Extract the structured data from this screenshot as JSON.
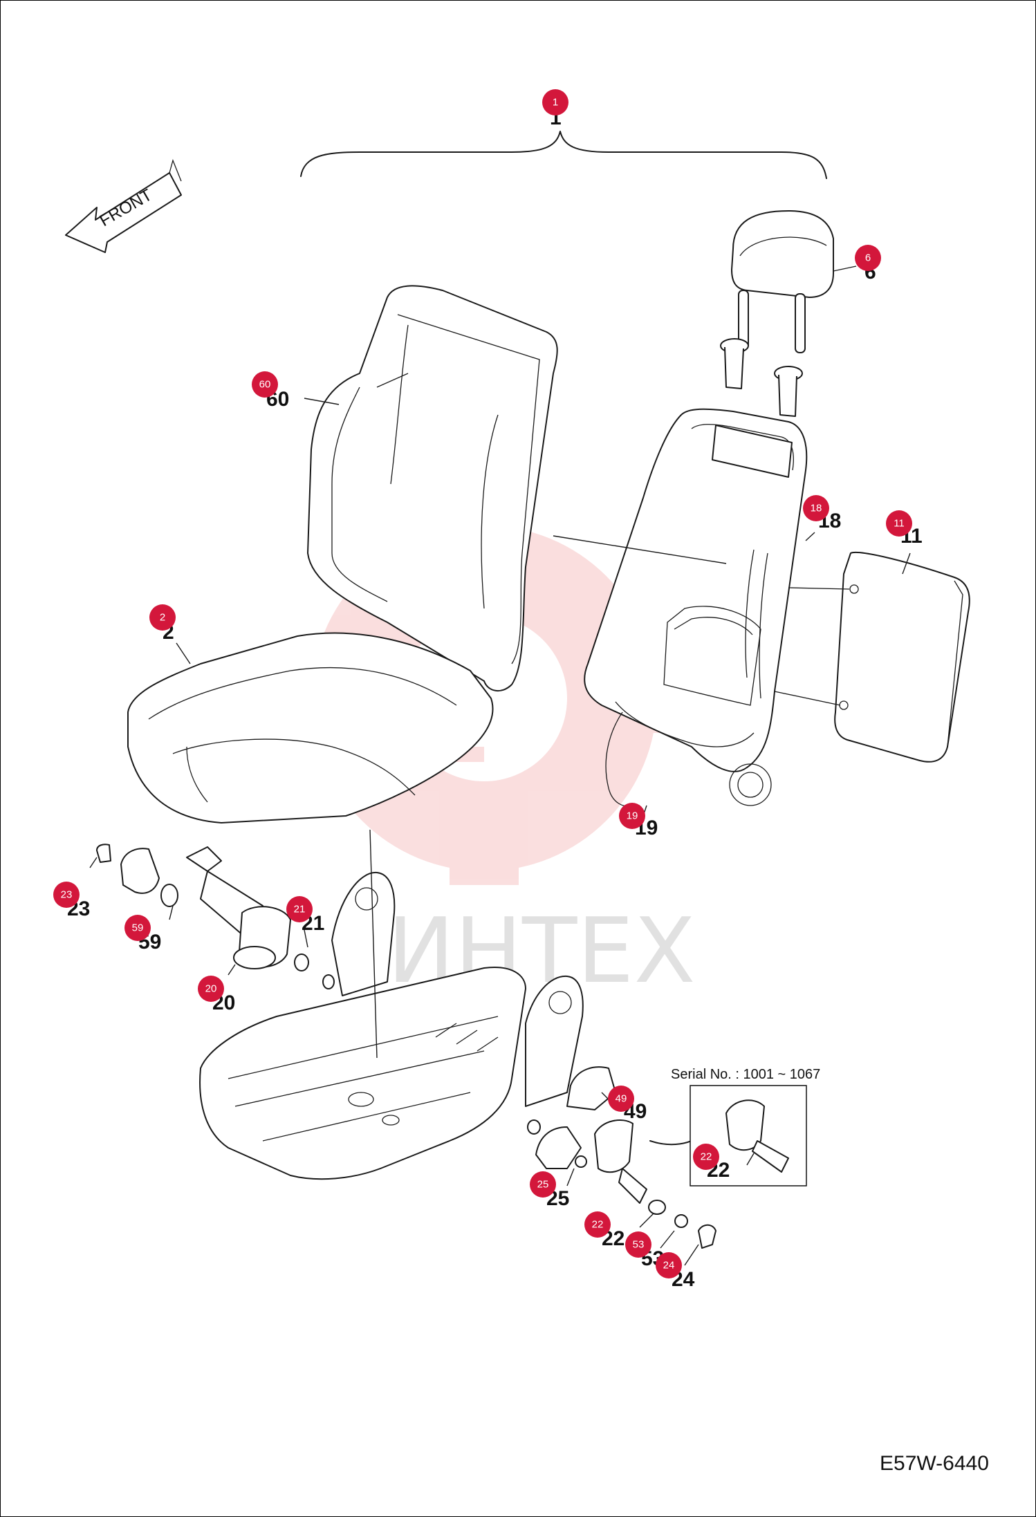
{
  "diagram_code": "E57W-6440",
  "front_label": "FRONT",
  "serial_note": "Serial No. : 1001 ~ 1067",
  "watermark_text": "ИНТЕХ",
  "badge_color": "#d3173b",
  "watermark_color": "#f3b2b2",
  "callouts": [
    {
      "id": "1",
      "label": "1",
      "badge": "1"
    },
    {
      "id": "6",
      "label": "6",
      "badge": "6"
    },
    {
      "id": "60",
      "label": "60",
      "badge": "60"
    },
    {
      "id": "18",
      "label": "18",
      "badge": "18"
    },
    {
      "id": "11",
      "label": "11",
      "badge": "11"
    },
    {
      "id": "2",
      "label": "2",
      "badge": "2"
    },
    {
      "id": "19",
      "label": "19",
      "badge": "19"
    },
    {
      "id": "23",
      "label": "23",
      "badge": "23"
    },
    {
      "id": "21",
      "label": "21",
      "badge": "21"
    },
    {
      "id": "59",
      "label": "59",
      "badge": "59"
    },
    {
      "id": "20",
      "label": "20",
      "badge": "20"
    },
    {
      "id": "49",
      "label": "49",
      "badge": "49"
    },
    {
      "id": "22a",
      "label": "22",
      "badge": "22"
    },
    {
      "id": "25",
      "label": "25",
      "badge": "25"
    },
    {
      "id": "22b",
      "label": "22",
      "badge": "22"
    },
    {
      "id": "53",
      "label": "53",
      "badge": "53"
    },
    {
      "id": "24",
      "label": "24",
      "badge": "24"
    }
  ]
}
